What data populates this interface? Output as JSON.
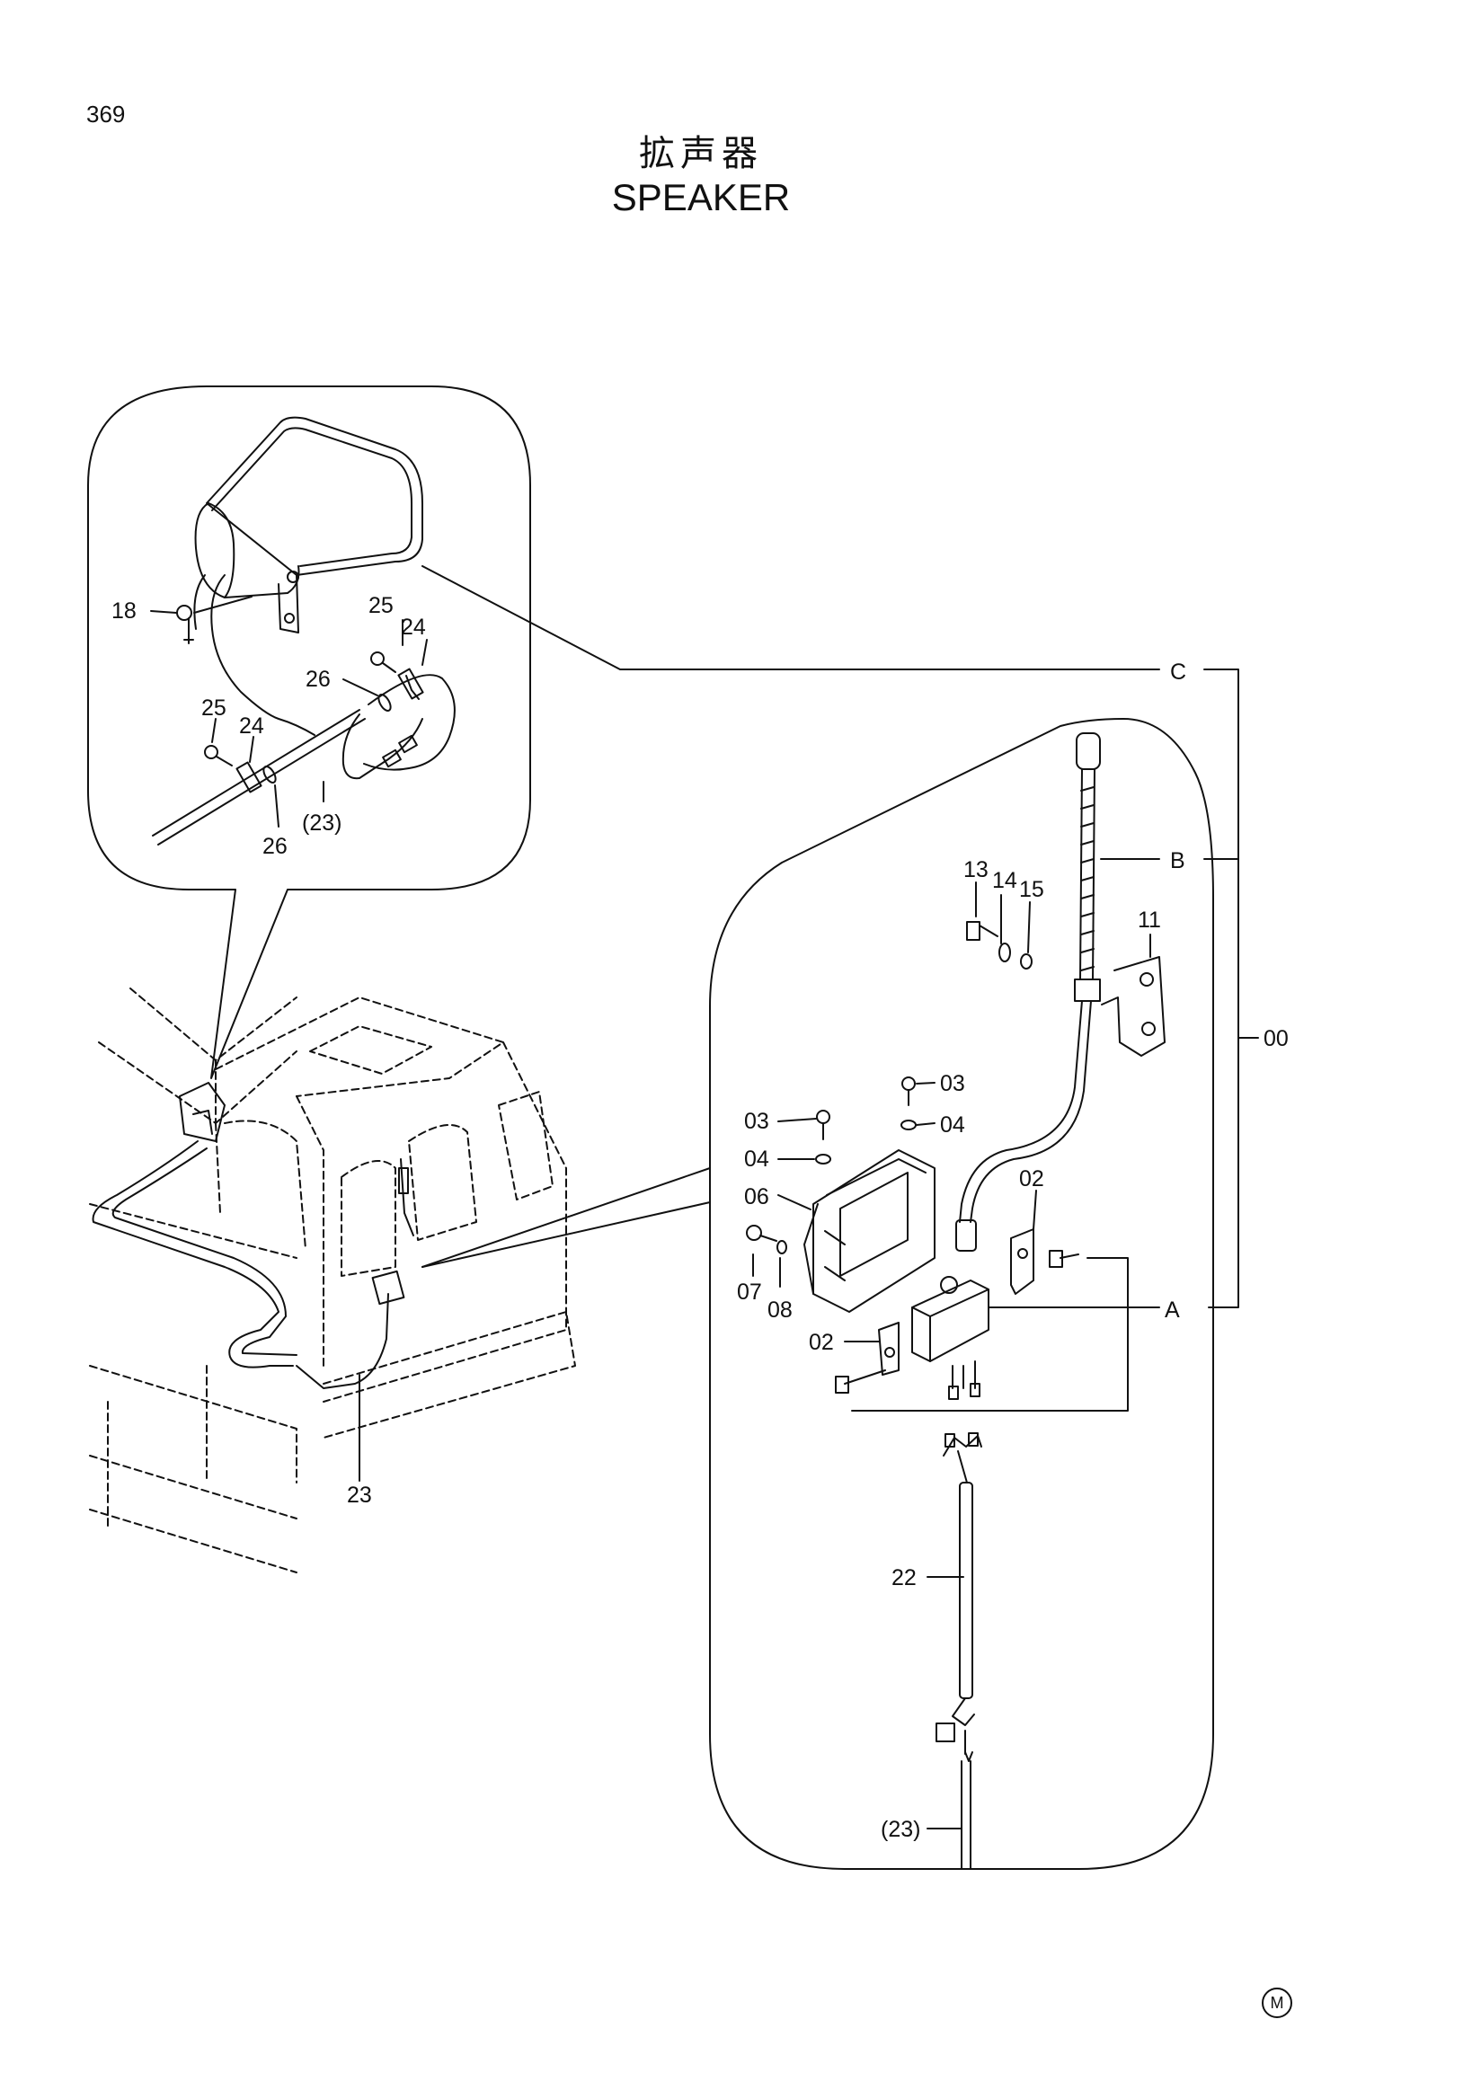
{
  "page_number": "369",
  "title_jp": "拡声器",
  "title_en": "SPEAKER",
  "mark": "M",
  "callouts": {
    "c18": "18",
    "c25a": "25",
    "c24a": "24",
    "c26a": "26",
    "c25b": "25",
    "c24b": "24",
    "c26b": "26",
    "c23a": "(23)",
    "cC": "C",
    "cB": "B",
    "cA": "A",
    "c00": "00",
    "c13": "13",
    "c14": "14",
    "c15": "15",
    "c11": "11",
    "c03a": "03",
    "c04a": "04",
    "c03b": "03",
    "c04b": "04",
    "c06": "06",
    "c07": "07",
    "c08": "08",
    "c02a": "02",
    "c02b": "02",
    "c22": "22",
    "c23b": "(23)",
    "c23c": "23"
  }
}
